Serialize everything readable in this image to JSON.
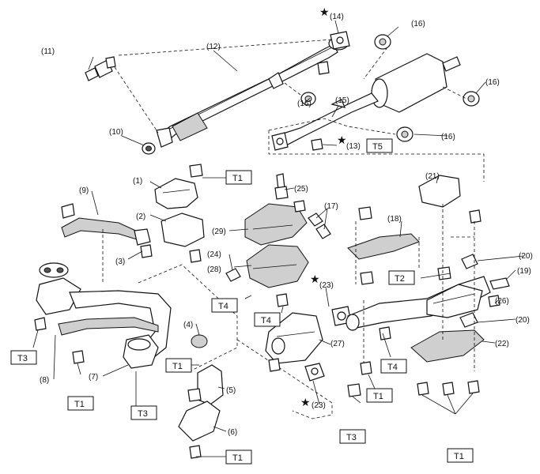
{
  "callouts": {
    "c1": "(1)",
    "c2": "(2)",
    "c3": "(3)",
    "c4": "(4)",
    "c5": "(5)",
    "c6": "(6)",
    "c7": "(7)",
    "c8": "(8)",
    "c9": "(9)",
    "c10": "(10)",
    "c11": "(11)",
    "c12": "(12)",
    "c13": "(13)",
    "c14": "(14)",
    "c15": "(15)",
    "c16": "(16)",
    "c17": "(17)",
    "c18": "(18)",
    "c19": "(19)",
    "c20": "(20)",
    "c21": "(21)",
    "c22": "(22)",
    "c23": "(23)",
    "c24": "(24)",
    "c25": "(25)",
    "c26": "(26)",
    "c27": "(27)",
    "c28": "(28)",
    "c29": "(29)"
  },
  "torque": {
    "t1": "T1",
    "t2": "T2",
    "t3": "T3",
    "t4": "T4",
    "t5": "T5"
  },
  "star_symbol": "★"
}
